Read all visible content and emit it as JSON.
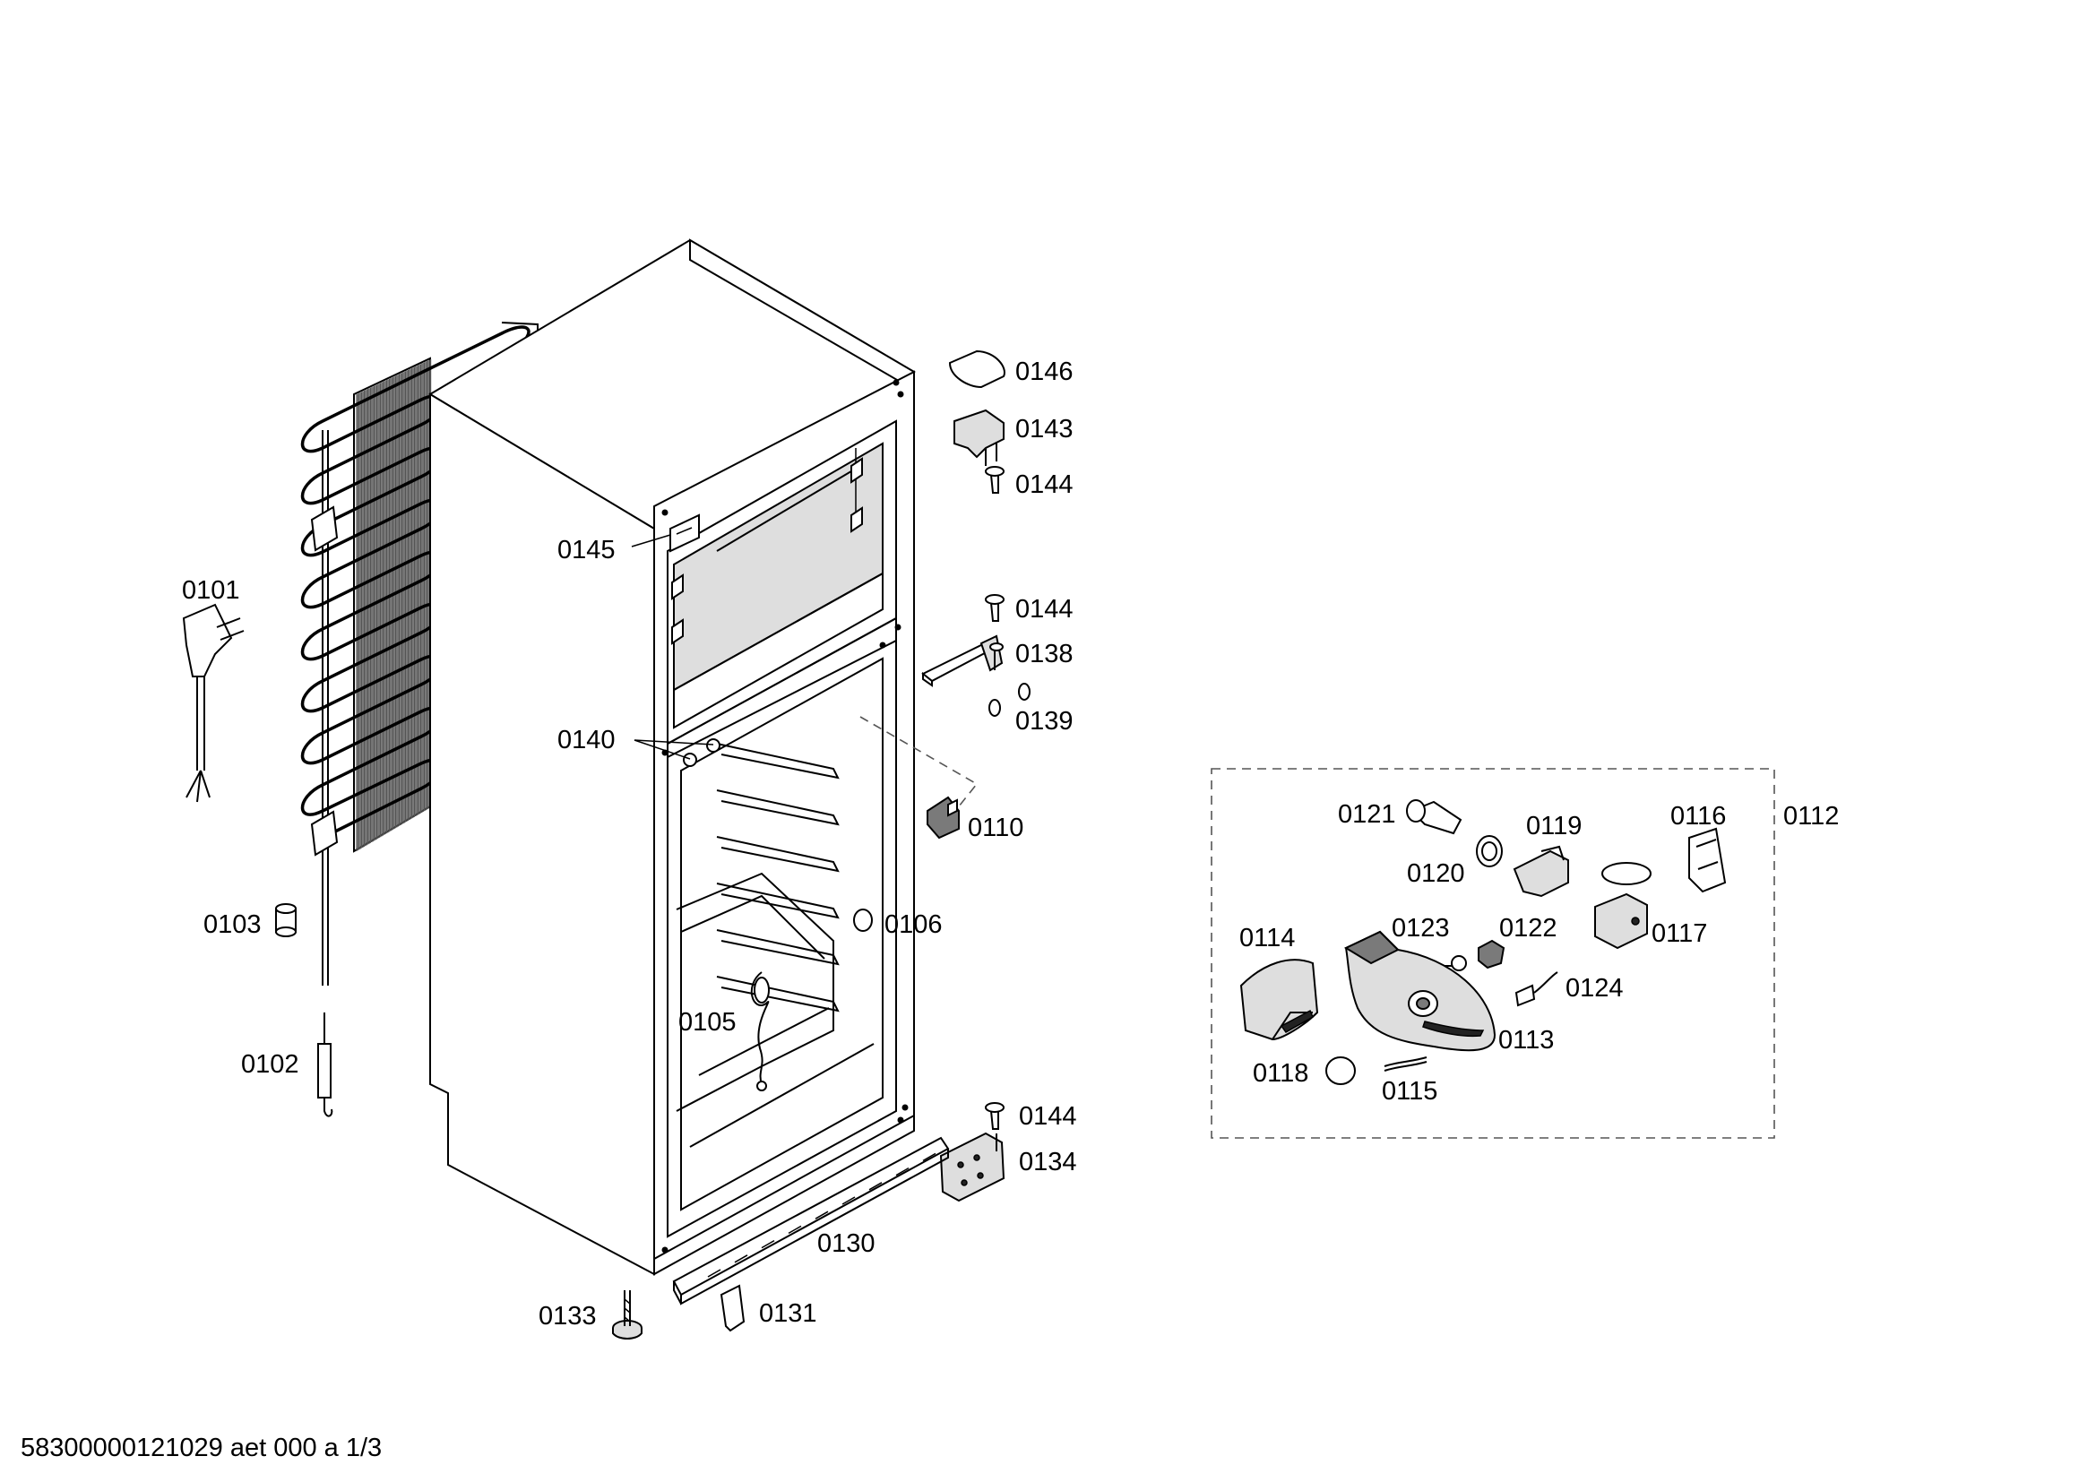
{
  "diagram": {
    "labels": {
      "p0146": "0146",
      "p0143": "0143",
      "p0144a": "0144",
      "p0145": "0145",
      "p0101": "0101",
      "p0144b": "0144",
      "p0138": "0138",
      "p0139": "0139",
      "p0140": "0140",
      "p0110": "0110",
      "p0103": "0103",
      "p0106": "0106",
      "p0105": "0105",
      "p0102": "0102",
      "p0144c": "0144",
      "p0134": "0134",
      "p0130": "0130",
      "p0133": "0133",
      "p0131": "0131",
      "p0112": "0112",
      "p0121": "0121",
      "p0119": "0119",
      "p0116": "0116",
      "p0120": "0120",
      "p0114": "0114",
      "p0123": "0123",
      "p0122": "0122",
      "p0117": "0117",
      "p0124": "0124",
      "p0113": "0113",
      "p0118": "0118",
      "p0115": "0115"
    },
    "footer": "58300000121029 aet 000 a 1/3"
  }
}
